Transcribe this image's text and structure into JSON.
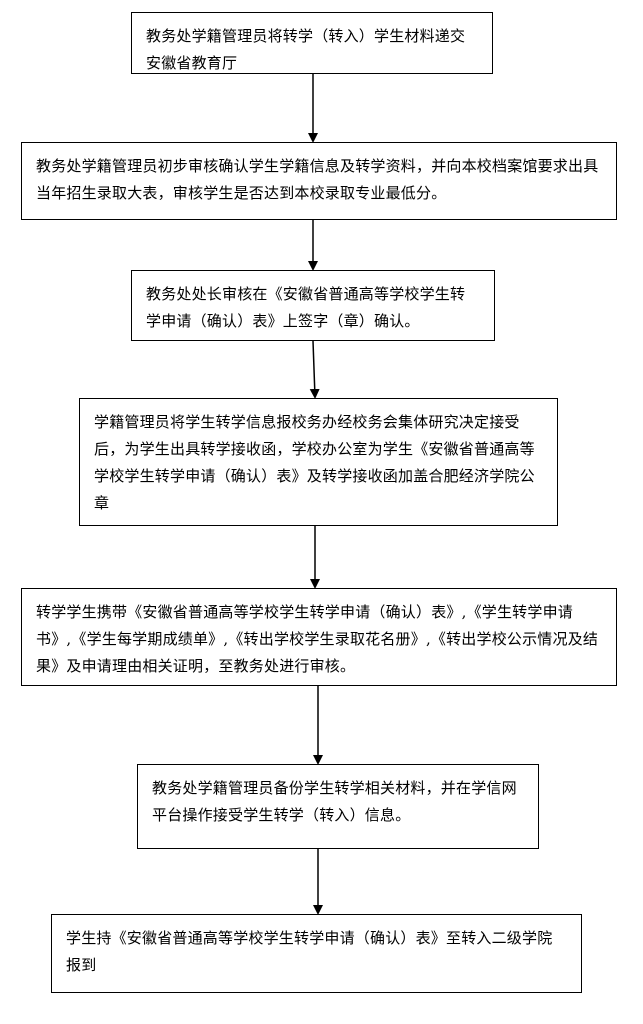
{
  "flowchart": {
    "steps": [
      {
        "text": "教务处学籍管理员将转学（转入）学生材料递交安徽省教育厅"
      },
      {
        "text": "教务处学籍管理员初步审核确认学生学籍信息及转学资料，并向本校档案馆要求出具当年招生录取大表，审核学生是否达到本校录取专业最低分。"
      },
      {
        "text": "教务处处长审核在《安徽省普通高等学校学生转学申请（确认）表》上签字（章）确认。"
      },
      {
        "text": "学籍管理员将学生转学信息报校务办经校务会集体研究决定接受后，为学生出具转学接收函，学校办公室为学生《安徽省普通高等学校学生转学申请（确认）表》及转学接收函加盖合肥经济学院公章"
      },
      {
        "text": "转学学生携带《安徽省普通高等学校学生转学申请（确认）表》,《学生转学申请书》,《学生每学期成绩单》,《转出学校学生录取花名册》,《转出学校公示情况及结果》及申请理由相关证明，至教务处进行审核。"
      },
      {
        "text": "教务处学籍管理员备份学生转学相关材料，并在学信网平台操作接受学生转学（转入）信息。"
      },
      {
        "text": "学生持《安徽省普通高等学校学生转学申请（确认）表》至转入二级学院报到"
      }
    ]
  }
}
